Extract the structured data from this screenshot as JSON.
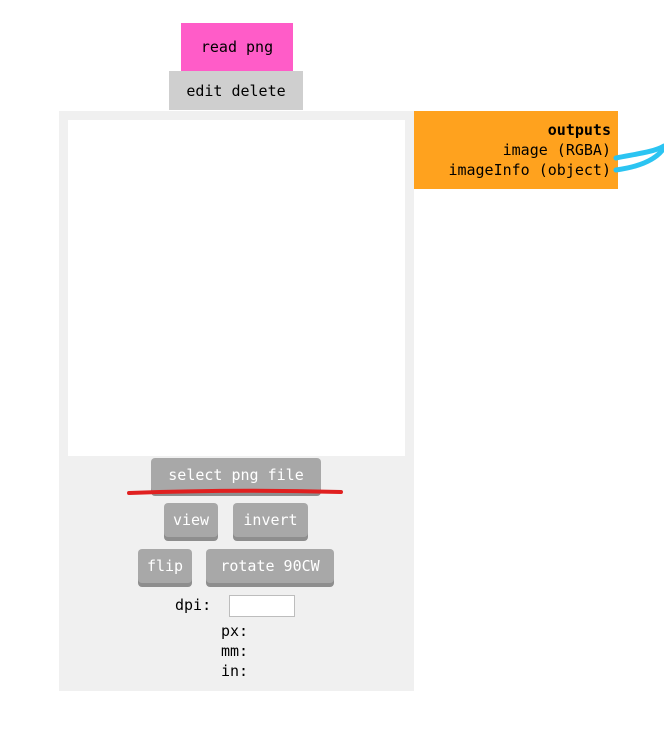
{
  "node": {
    "title": "read png",
    "actions": {
      "edit": "edit",
      "delete": "delete"
    },
    "color": "#ff5cc8"
  },
  "controls": {
    "select_file": "select png file",
    "view": "view",
    "invert": "invert",
    "flip": "flip",
    "rotate": "rotate 90CW"
  },
  "dimensions": {
    "dpi_label": "dpi:",
    "dpi_value": "",
    "px_label": "px:",
    "mm_label": "mm:",
    "in_label": "in:"
  },
  "outputs": {
    "heading": "outputs",
    "ports": [
      {
        "label": "image (RGBA)"
      },
      {
        "label": "imageInfo (object)"
      }
    ],
    "color": "#ffa21e"
  },
  "colors": {
    "wire": "#2bc4f2",
    "annotation": "#e02020",
    "button": "#a8a8a8",
    "panel": "#f0f0f0"
  }
}
